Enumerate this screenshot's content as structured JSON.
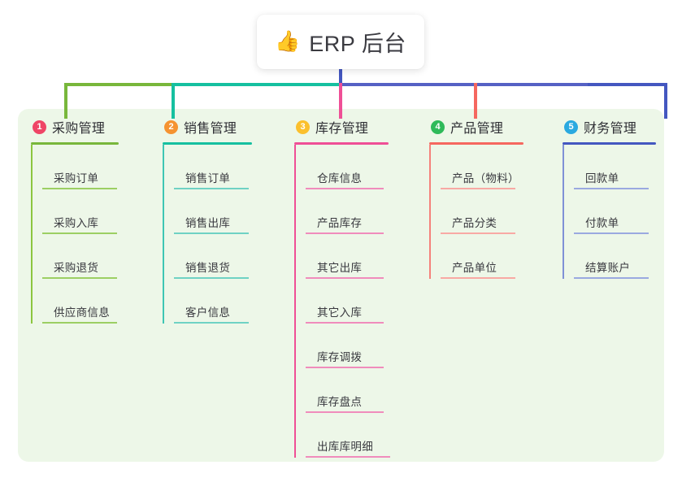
{
  "root": {
    "icon": "thumbs-up-icon",
    "icon_glyph": "👍",
    "title": "ERP 后台"
  },
  "panel": {
    "background": "#edf7e8"
  },
  "trunk": {
    "stem_color": "#4457c0",
    "bus_colors": [
      "#78b73b",
      "#16c0a0",
      "#5561c4",
      "#4457c0"
    ]
  },
  "columns": [
    {
      "badge": "1",
      "badge_color": "#ef4566",
      "accent": "#78b73b",
      "title": "采购管理",
      "items": [
        {
          "label": "采购订单"
        },
        {
          "label": "采购入库"
        },
        {
          "label": "采购退货"
        },
        {
          "label": "供应商信息"
        }
      ]
    },
    {
      "badge": "2",
      "badge_color": "#f59331",
      "accent": "#16c0a0",
      "title": "销售管理",
      "items": [
        {
          "label": "销售订单"
        },
        {
          "label": "销售出库"
        },
        {
          "label": "销售退货"
        },
        {
          "label": "客户信息"
        }
      ]
    },
    {
      "badge": "3",
      "badge_color": "#fbc02d",
      "accent": "#ef4f96",
      "title": "库存管理",
      "items": [
        {
          "label": "仓库信息"
        },
        {
          "label": "产品库存"
        },
        {
          "label": "其它出库"
        },
        {
          "label": "其它入库"
        },
        {
          "label": "库存调拨"
        },
        {
          "label": "库存盘点"
        },
        {
          "label": "出库库明细"
        }
      ]
    },
    {
      "badge": "4",
      "badge_color": "#2fba5a",
      "accent": "#f5675f",
      "title": "产品管理",
      "items": [
        {
          "label": "产品（物料）"
        },
        {
          "label": "产品分类"
        },
        {
          "label": "产品单位"
        }
      ]
    },
    {
      "badge": "5",
      "badge_color": "#2aa9e0",
      "accent": "#4457c0",
      "title": "财务管理",
      "items": [
        {
          "label": "回款单"
        },
        {
          "label": "付款单"
        },
        {
          "label": "结算账户"
        }
      ]
    }
  ]
}
